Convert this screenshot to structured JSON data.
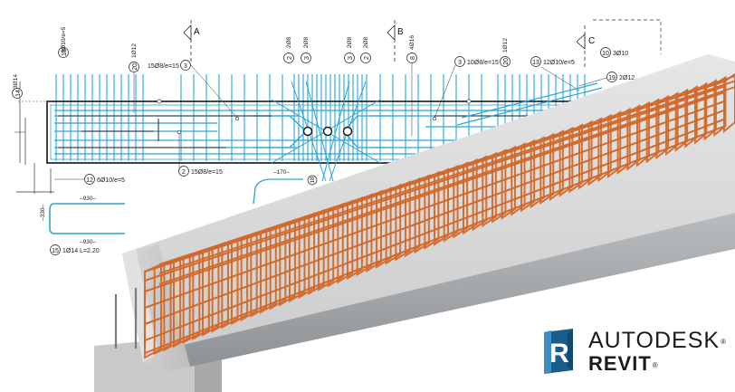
{
  "sections": [
    "A",
    "B",
    "C"
  ],
  "labels": {
    "l14": "14",
    "l3o14v": "3Ø14",
    "l13": "13",
    "l6o10e5v": "6Ø10/e=5",
    "l20": "20",
    "l1o12": "1Ø12",
    "l15o8top": "15Ø8/e=15",
    "l3a": "3",
    "l2a": "2",
    "l2o8a": "2Ø8",
    "l3b": "3",
    "l2o8b": "2Ø8",
    "l3c": "3",
    "l2o8c": "2Ø8",
    "l2b": "2",
    "l2o8d": "2Ø8",
    "l8": "8",
    "l4o16": "4Ø16",
    "l3d": "3",
    "l10o8e15": "10Ø8/e=15",
    "l20b": "20",
    "l1o12b": "1Ø12",
    "l13b": "13",
    "l12o10e5": "12Ø10/e=5",
    "l10": "10",
    "l3o10": "3Ø10",
    "l19": "19",
    "l2o12": "2Ø12",
    "l2c": "2",
    "l15o8bot": "15Ø8/e=15",
    "l12": "12",
    "l6o10e5h": "6Ø10/e=5",
    "d170": "–170–",
    "d930a": "–930–",
    "d330": "–330–",
    "d930b": "–930–",
    "l15": "15",
    "l1o14": "1Ø14  L=2.20",
    "l18": "18"
  },
  "brand": {
    "top": "AUTODESK",
    "bottom": "REVIT",
    "reg": "®",
    "logo_letter": "R"
  },
  "colors": {
    "drawing": "#2aa4d6",
    "rebar": "#d2692a",
    "concrete": "#cfcfcf",
    "logo_blue": "#1c5c8a"
  }
}
